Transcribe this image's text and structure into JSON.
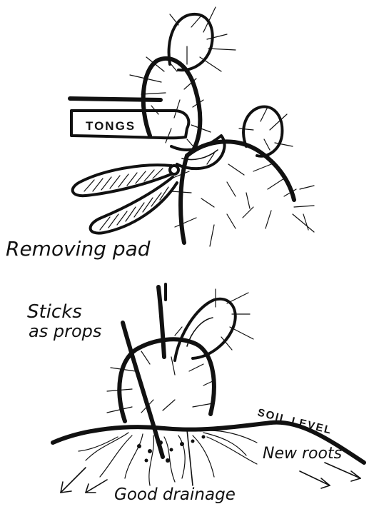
{
  "labels": {
    "tongs": "TONGS",
    "removing_pad": "Removing pad",
    "sticks_as_props_line1": "Sticks",
    "sticks_as_props_line2": "as props",
    "soil_level": "SOIL LEVEL",
    "new_roots": "New roots",
    "good_drainage": "Good drainage"
  },
  "colors": {
    "ink": "#111111",
    "paper": "#ffffff"
  }
}
